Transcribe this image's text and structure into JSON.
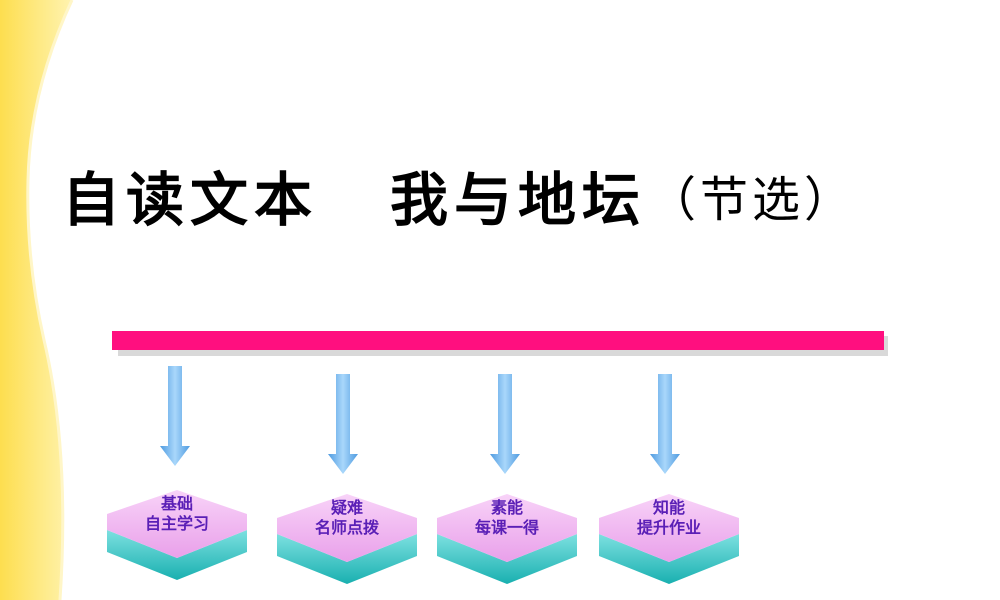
{
  "title": {
    "main": "自读文本",
    "sub": "我与地坛",
    "paren": "（节选）"
  },
  "nav": [
    {
      "line1": "基础",
      "line2": "自主学习"
    },
    {
      "line1": "疑难",
      "line2": "名师点拨"
    },
    {
      "line1": "素能",
      "line2": "每课一得"
    },
    {
      "line1": "知能",
      "line2": "提升作业"
    }
  ],
  "colors": {
    "bar": "#ff0f7f",
    "arrow": "#6fb3ea",
    "node_top": "#f3b8f3",
    "node_side": "#2fc4c4",
    "label": "#5a1fb6",
    "corner": "#fde86b"
  }
}
